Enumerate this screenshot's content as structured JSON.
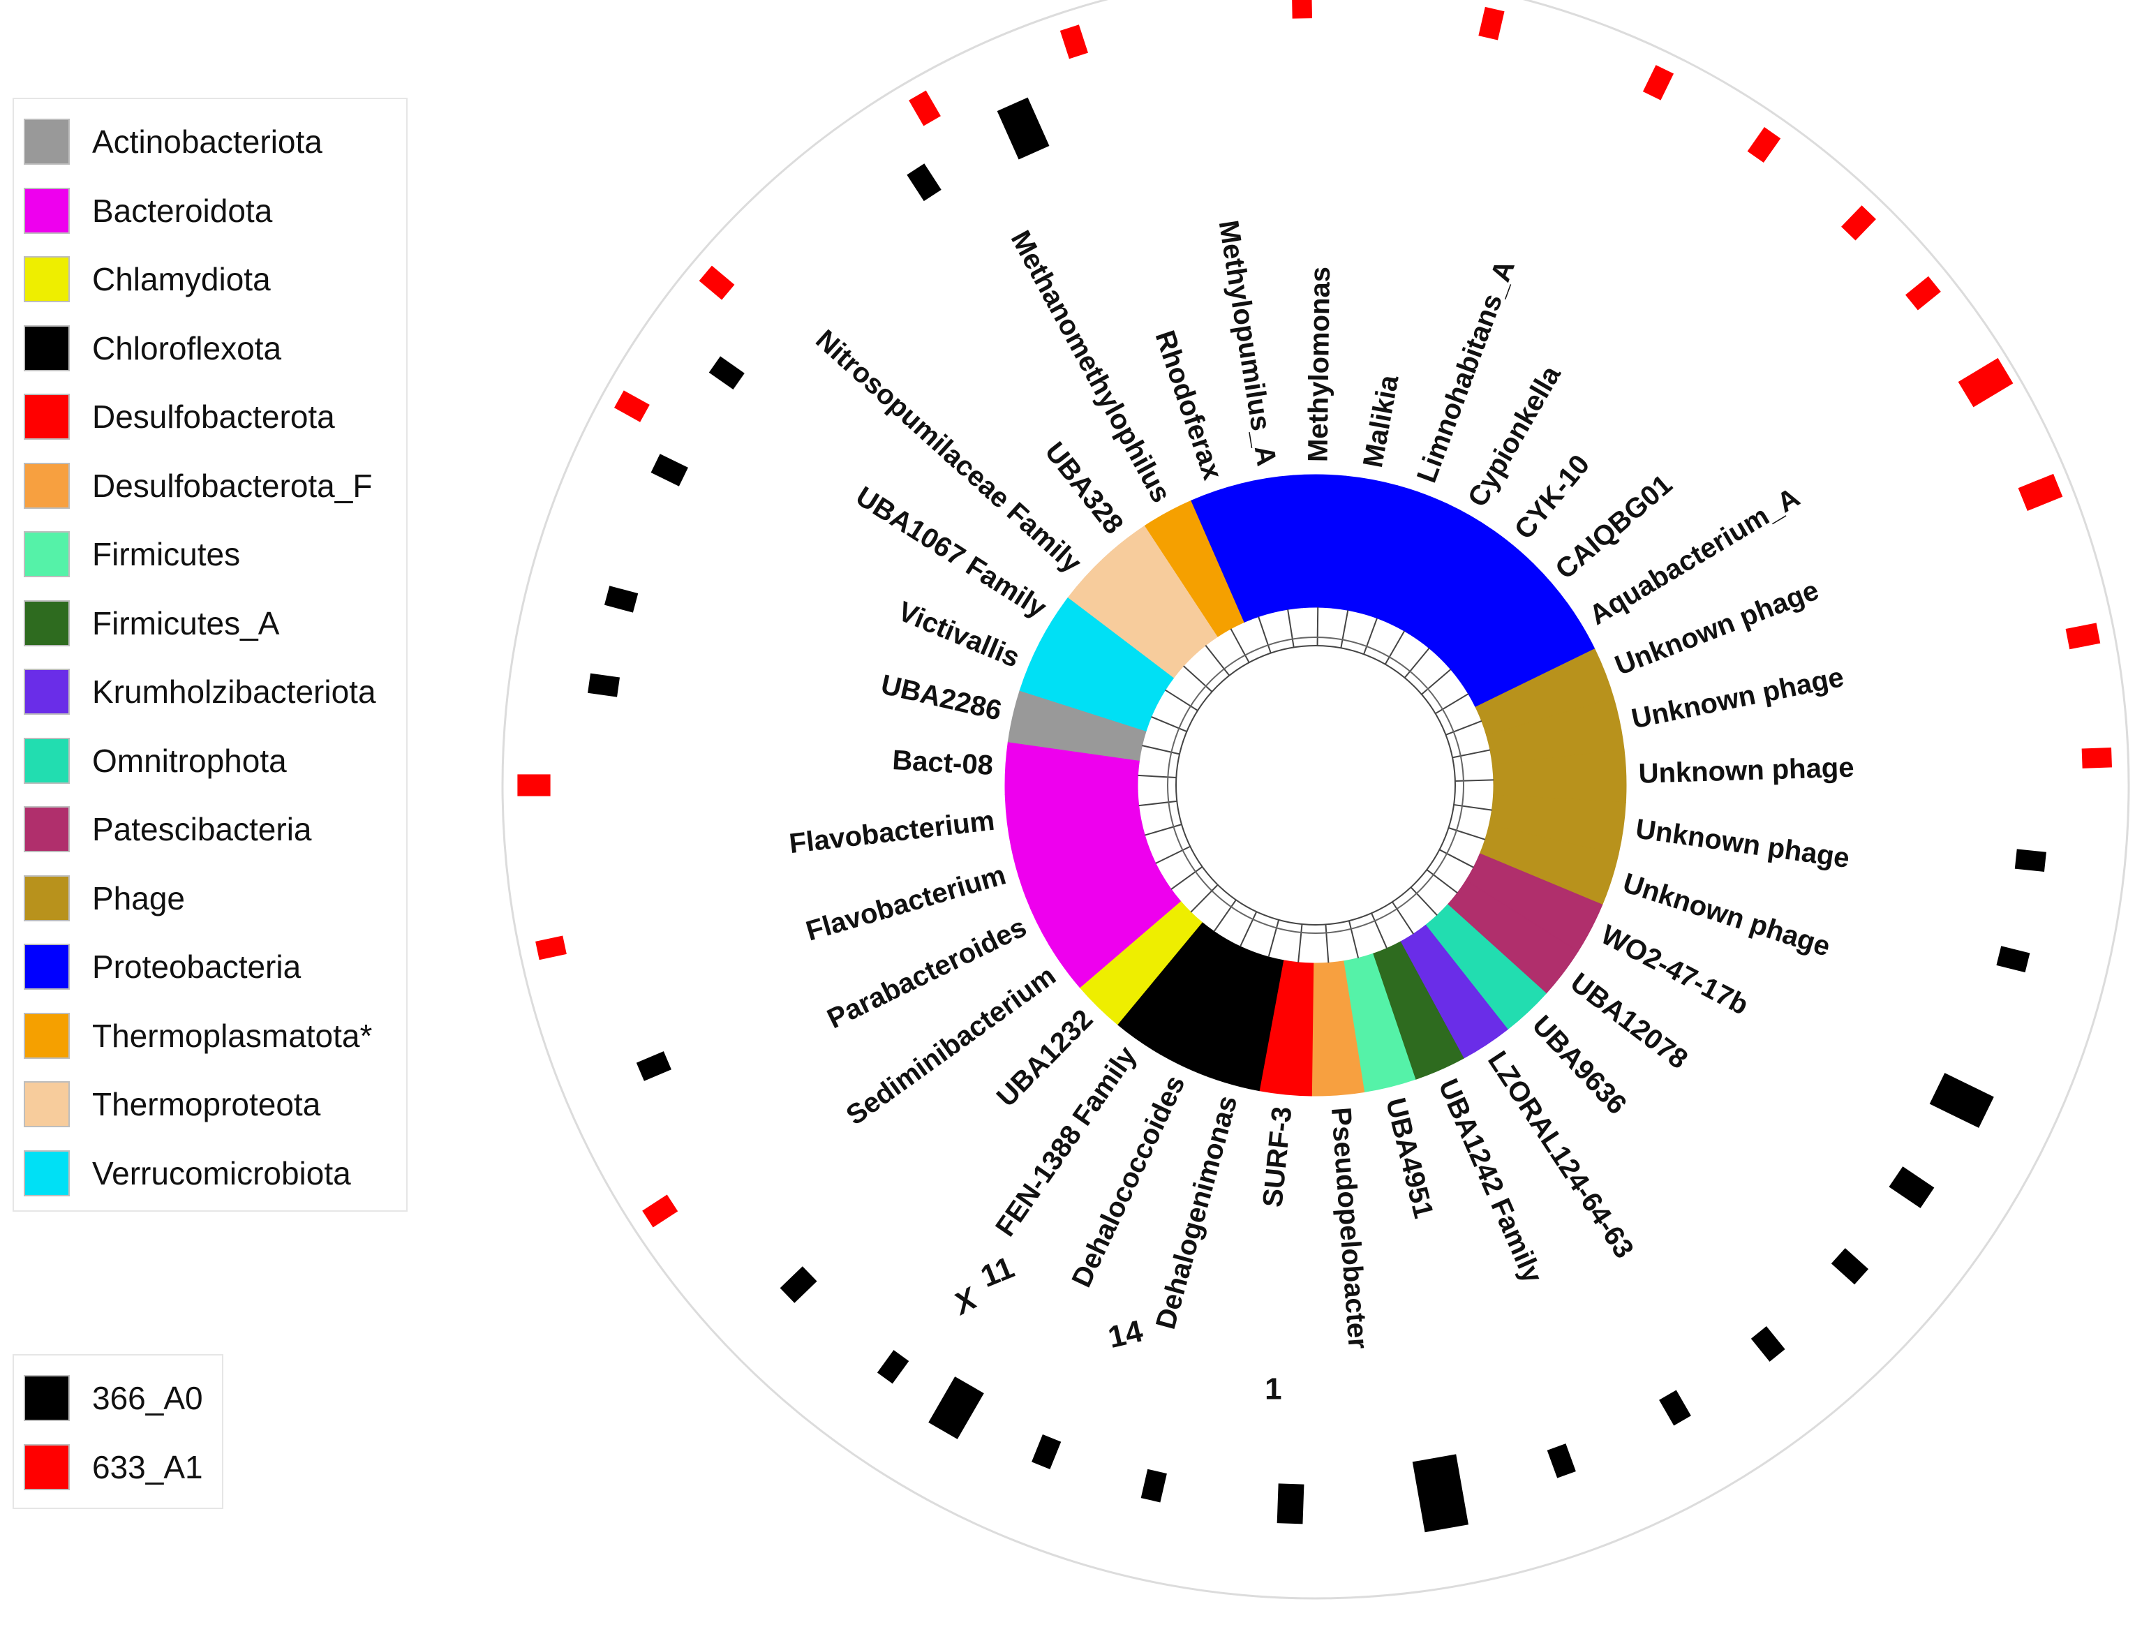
{
  "phyla_legend": [
    {
      "label": "Actinobacteriota",
      "color": "#999999"
    },
    {
      "label": "Bacteroidota",
      "color": "#ee00ee"
    },
    {
      "label": "Chlamydiota",
      "color": "#eeee00"
    },
    {
      "label": "Chloroflexota",
      "color": "#000000"
    },
    {
      "label": "Desulfobacterota",
      "color": "#ff0000"
    },
    {
      "label": "Desulfobacterota_F",
      "color": "#f7a040"
    },
    {
      "label": "Firmicutes",
      "color": "#55f2a8"
    },
    {
      "label": "Firmicutes_A",
      "color": "#2e6b1f"
    },
    {
      "label": "Krumholzibacteriota",
      "color": "#6a2de8"
    },
    {
      "label": "Omnitrophota",
      "color": "#22ddb0"
    },
    {
      "label": "Patescibacteria",
      "color": "#b02f6c"
    },
    {
      "label": "Phage",
      "color": "#b8921c"
    },
    {
      "label": "Proteobacteria",
      "color": "#0000ff"
    },
    {
      "label": "Thermoplasmatota*",
      "color": "#f5a000"
    },
    {
      "label": "Thermoproteota",
      "color": "#f7cc9c"
    },
    {
      "label": "Verrucomicrobiota",
      "color": "#00e0f5"
    }
  ],
  "sample_legend": [
    {
      "label": "366_A0",
      "color": "#000000"
    },
    {
      "label": "633_A1",
      "color": "#ff0000"
    }
  ],
  "leaves": [
    {
      "label": "Methylopumilus_A",
      "phylum": "Proteobacteria"
    },
    {
      "label": "Methylomonas",
      "phylum": "Proteobacteria"
    },
    {
      "label": "Malikia",
      "phylum": "Proteobacteria"
    },
    {
      "label": "Limnohabitans_A",
      "phylum": "Proteobacteria"
    },
    {
      "label": "Cypionkella",
      "phylum": "Proteobacteria"
    },
    {
      "label": "CYK-10",
      "phylum": "Proteobacteria"
    },
    {
      "label": "CAIQBG01",
      "phylum": "Proteobacteria"
    },
    {
      "label": "Aquabacterium_A",
      "phylum": "Proteobacteria"
    },
    {
      "label": "Unknown phage",
      "phylum": "Phage"
    },
    {
      "label": "Unknown phage",
      "phylum": "Phage"
    },
    {
      "label": "Unknown phage",
      "phylum": "Phage"
    },
    {
      "label": "Unknown phage",
      "phylum": "Phage"
    },
    {
      "label": "Unknown phage",
      "phylum": "Phage"
    },
    {
      "label": "WO2-47-17b",
      "phylum": "Patescibacteria"
    },
    {
      "label": "UBA12078",
      "phylum": "Patescibacteria"
    },
    {
      "label": "UBA9636",
      "phylum": "Omnitrophota"
    },
    {
      "label": "LZORAL124-64-63",
      "phylum": "Krumholzibacteriota"
    },
    {
      "label": "UBA1242 Family",
      "phylum": "Firmicutes_A"
    },
    {
      "label": "UBA4951",
      "phylum": "Firmicutes"
    },
    {
      "label": "Pseudopelobacter",
      "phylum": "Desulfobacterota_F"
    },
    {
      "label": "SURF-3",
      "phylum": "Desulfobacterota"
    },
    {
      "label": "Dehalogenimonas",
      "phylum": "Chloroflexota"
    },
    {
      "label": "Dehalococcoides",
      "phylum": "Chloroflexota"
    },
    {
      "label": "FEN-1388 Family",
      "phylum": "Chloroflexota"
    },
    {
      "label": "UBA1232",
      "phylum": "Chlamydiota"
    },
    {
      "label": "Sediminibacterium",
      "phylum": "Bacteroidota"
    },
    {
      "label": "Parabacteroides",
      "phylum": "Bacteroidota"
    },
    {
      "label": "Flavobacterium",
      "phylum": "Bacteroidota"
    },
    {
      "label": "Flavobacterium",
      "phylum": "Bacteroidota"
    },
    {
      "label": "Bact-08",
      "phylum": "Bacteroidota"
    },
    {
      "label": "UBA2286",
      "phylum": "Actinobacteriota"
    },
    {
      "label": "Victivallis",
      "phylum": "Verrucomicrobiota"
    },
    {
      "label": "UBA1067 Family",
      "phylum": "Verrucomicrobiota"
    },
    {
      "label": "Nitrosopumilaceae Family",
      "phylum": "Thermoproteota"
    },
    {
      "label": "UBA328",
      "phylum": "Thermoproteota"
    },
    {
      "label": "Methanomethylophilus",
      "phylum": "Thermoplasmatota*"
    },
    {
      "label": "Rhodoferax",
      "phylum": "Proteobacteria"
    }
  ],
  "ring_labels": [
    "X",
    "11",
    "14",
    "1"
  ],
  "outer_bars": {
    "red": [
      {
        "angle": 151,
        "value": 0.3
      },
      {
        "angle": 140,
        "value": 0.3
      },
      {
        "angle": 120,
        "value": 0.3
      },
      {
        "angle": 108,
        "value": 0.3
      },
      {
        "angle": 91,
        "value": 0.3
      },
      {
        "angle": 77,
        "value": 0.3
      },
      {
        "angle": 64,
        "value": 0.3
      },
      {
        "angle": 55,
        "value": 0.3
      },
      {
        "angle": 46,
        "value": 0.3
      },
      {
        "angle": 39,
        "value": 0.3
      },
      {
        "angle": 31,
        "value": 0.8
      },
      {
        "angle": 22,
        "value": 0.55
      },
      {
        "angle": 11,
        "value": 0.35
      },
      {
        "angle": 2,
        "value": 0.3
      },
      {
        "angle": 180,
        "value": 0.4
      },
      {
        "angle": 192,
        "value": 0.25
      },
      {
        "angle": 213,
        "value": 0.3
      }
    ],
    "black": [
      {
        "angle": 123,
        "value": 0.35
      },
      {
        "angle": 114,
        "value": 1.0
      },
      {
        "angle": 145,
        "value": 0.3
      },
      {
        "angle": 154,
        "value": 0.35
      },
      {
        "angle": 165,
        "value": 0.3
      },
      {
        "angle": 172,
        "value": 0.3
      },
      {
        "angle": 203,
        "value": 0.3
      },
      {
        "angle": 224,
        "value": 0.35
      },
      {
        "angle": 234,
        "value": 0.25
      },
      {
        "angle": 240,
        "value": 1.0
      },
      {
        "angle": 248,
        "value": 0.3
      },
      {
        "angle": 257,
        "value": 0.3
      },
      {
        "angle": 268,
        "value": 0.6
      },
      {
        "angle": 280,
        "value": 1.55
      },
      {
        "angle": 290,
        "value": 0.3
      },
      {
        "angle": 300,
        "value": 0.3
      },
      {
        "angle": 309,
        "value": 0.3
      },
      {
        "angle": 318,
        "value": 0.35
      },
      {
        "angle": 326,
        "value": 0.55
      },
      {
        "angle": 334,
        "value": 1.05
      },
      {
        "angle": 346,
        "value": 0.3
      },
      {
        "angle": 354,
        "value": 0.3
      }
    ]
  }
}
